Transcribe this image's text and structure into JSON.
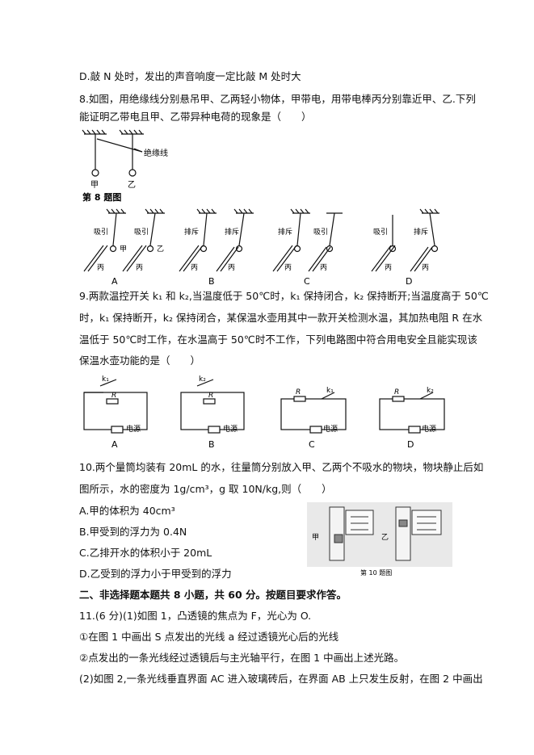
{
  "lines": {
    "l1": "D.敲 N 处时，发出的声音响度一定比敲 M 处时大",
    "q8a": "8.如图，用绝缘线分别悬吊甲、乙两轻小物体，甲带电，用带电棒丙分别靠近甲、乙.下列",
    "q8b": "能证明乙带电且甲、乙带异种电荷的现象是（　　）",
    "q9a": "9.两款温控开关 k₁ 和 k₂,当温度低于 50℃时，k₁ 保持闭合，k₂ 保持断开;当温度高于 50℃",
    "q9b": "时，k₁ 保持断开，k₂ 保持闭合，某保温水壶用其中一款开关检测水温，其加热电阻 R 在水",
    "q9c": "温低于 50℃时工作，在水温高于 50℃时不工作，下列电路图中符合用电安全且能实现该",
    "q9d": "保温水壶功能的是（　　）",
    "q10a": "10.两个量筒均装有 20mL 的水，往量筒分别放入甲、乙两个不吸水的物块，物块静止后如",
    "q10b": "图所示，水的密度为 1g/cm³，g 取 10N/kg,则（　　）",
    "q10A": "A.甲的体积为 40cm³",
    "q10B": "B.甲受到的浮力为 0.4N",
    "q10C": "C.乙排开水的体积小于 20mL",
    "q10D": "D.乙受到的浮力小于甲受到的浮力",
    "sec2": "二、非选择题本题共 8 小题，共 60 分。按题目要求作答。",
    "q11a": "11.(6 分)(1)如图 1，凸透镜的焦点为 F，光心为 O.",
    "q11b": "①在图 1 中画出 S 点发出的光线 a 经过透镜光心后的光线",
    "q11c": "②点发出的一条光线经过透镜后与主光轴平行，在图 1 中画出上述光路。",
    "q11d": "(2)如图 2,一条光线垂直界面 AC 进入玻璃砖后，在界面 AB 上只发生反射，在图 2 中画出"
  },
  "fig8": {
    "insulator": "绝缘线",
    "jia": "甲",
    "yi": "乙",
    "caption": "第 8 题图",
    "bing": "丙",
    "xiyin": "吸引",
    "paichi": "排斥",
    "A": "A",
    "B": "B",
    "C": "C",
    "D": "D"
  },
  "fig9": {
    "k1": "k₁",
    "k2": "k₂",
    "R": "R",
    "source": "电源",
    "A": "A",
    "B": "B",
    "C": "C",
    "D": "D"
  },
  "fig10": {
    "jia": "甲",
    "yi": "乙",
    "caption": "第 10 题图"
  }
}
